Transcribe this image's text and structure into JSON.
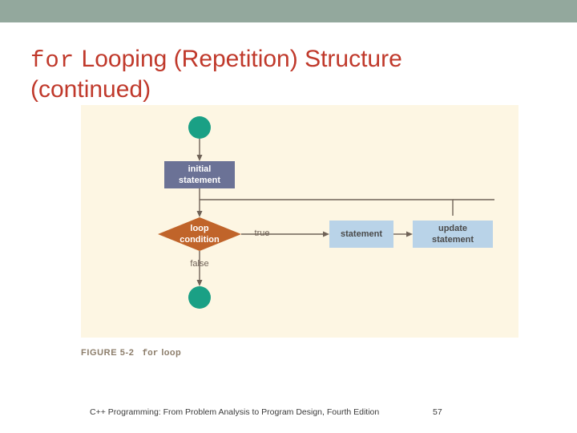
{
  "slide": {
    "title_mono": "for",
    "title_rest": " Looping (Repetition) Structure",
    "title_line2": "(continued)",
    "accent_color": "#c0392b",
    "band_color": "#93a89d",
    "panel_color": "#fdf6e3"
  },
  "figure": {
    "caption_label": "FIGURE 5-2",
    "caption_mono": "for",
    "caption_rest": "loop",
    "nodes": [
      {
        "id": "start",
        "shape": "circle",
        "label": "",
        "color": "#1aa085"
      },
      {
        "id": "initial-statement",
        "shape": "rect",
        "label_line1": "initial",
        "label_line2": "statement",
        "color": "#6b7296"
      },
      {
        "id": "loop-condition",
        "shape": "diamond",
        "label_line1": "loop",
        "label_line2": "condition",
        "color": "#c0642a"
      },
      {
        "id": "statement",
        "shape": "rect",
        "label_line1": "statement",
        "label_line2": "",
        "color": "#b9d3e8"
      },
      {
        "id": "update-statement",
        "shape": "rect",
        "label_line1": "update",
        "label_line2": "statement",
        "color": "#b9d3e8"
      },
      {
        "id": "end",
        "shape": "circle",
        "label": "",
        "color": "#1aa085"
      }
    ],
    "edge_labels": {
      "true": "true",
      "false": "false"
    }
  },
  "footer": {
    "text": "C++ Programming: From Problem Analysis to Program Design, Fourth Edition",
    "page": "57"
  }
}
